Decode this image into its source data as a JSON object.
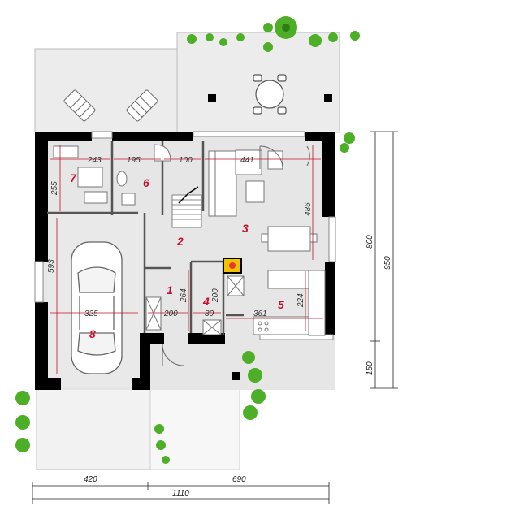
{
  "colors": {
    "wall": "#000000",
    "floor": "#e6e6e6",
    "terrace": "#ececec",
    "dimension_red": "#c8102e",
    "foliage": "#4caf27",
    "fire": "#f2c200"
  },
  "rooms": [
    {
      "id": "7",
      "label": "7"
    },
    {
      "id": "6",
      "label": "6"
    },
    {
      "id": "3",
      "label": "3"
    },
    {
      "id": "2",
      "label": "2"
    },
    {
      "id": "1",
      "label": "1"
    },
    {
      "id": "4",
      "label": "4"
    },
    {
      "id": "5",
      "label": "5"
    },
    {
      "id": "8",
      "label": "8"
    }
  ],
  "room_dims": {
    "r7_w": "243",
    "r6_w": "195",
    "r_hall_w": "100",
    "r3_w": "441",
    "r7_h": "255",
    "r3_h": "486",
    "r8_h": "593",
    "r8_w": "325",
    "r1_w": "200",
    "r1_h": "264",
    "r4_h": "200",
    "r4_w": "80",
    "r5_w": "361",
    "r5_h": "224"
  },
  "overall_dims": {
    "left_part": "420",
    "right_part": "690",
    "total_width": "1110",
    "depth_main": "800",
    "depth_total": "950",
    "depth_extra": "150"
  },
  "icons": [
    "car-icon",
    "fireplace-icon",
    "table-icon",
    "sofa-icon",
    "stairs-icon",
    "tree-icon",
    "deckchair-icon"
  ]
}
